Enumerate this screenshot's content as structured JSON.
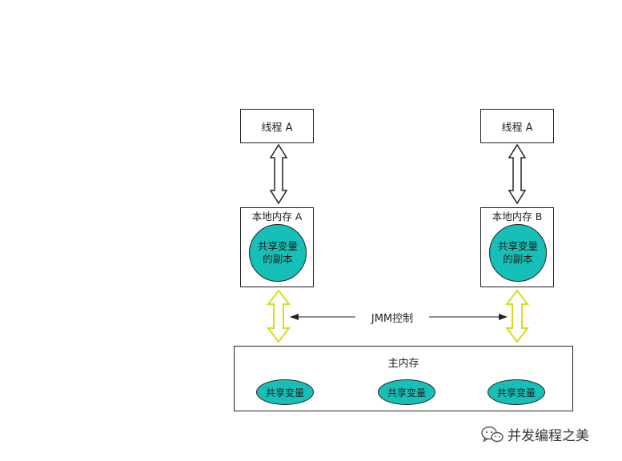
{
  "thread_a": {
    "label": "线程 A"
  },
  "thread_b": {
    "label": "线程 A"
  },
  "local_memory_a": {
    "label": "本地内存 A",
    "copy_label": "共享变量的副本"
  },
  "local_memory_b": {
    "label": "本地内存 B",
    "copy_label": "共享变量的副本"
  },
  "main_memory": {
    "label": "主内存",
    "variables": [
      "共享变量",
      "共享变量",
      "共享变量"
    ]
  },
  "jmm_label": "JMM控制",
  "watermark": {
    "icon": "wechat-icon",
    "text": "并发编程之美"
  },
  "colors": {
    "teal_fill": "#16c0b9",
    "yellow_arrow": "#d9dc1c",
    "black_arrow": "#222222"
  }
}
